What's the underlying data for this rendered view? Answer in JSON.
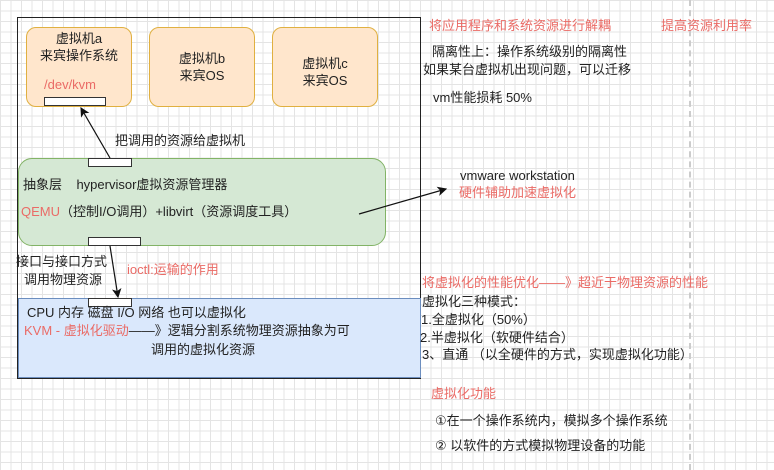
{
  "vms": [
    {
      "name": "虚拟机a",
      "os": "来宾操作系统",
      "device": "/dev/kvm"
    },
    {
      "name": "虚拟机b",
      "os": "来宾OS"
    },
    {
      "name": "虚拟机c",
      "os": "来宾OS"
    }
  ],
  "arrow_label_top": "把调用的资源给虚拟机",
  "hypervisor": {
    "title": "抽象层    hypervisor虚拟资源管理器",
    "qemu": "QEMU",
    "qemu_rest": "（控制I/O调用）+libvirt（资源调度工具）"
  },
  "interface": {
    "line1": "接口与接口方式",
    "line2": "调用物理资源",
    "ioctl": "ioctl:运输的作用"
  },
  "kvm": {
    "line1": "CPU 内存 磁盘 I/O 网络 也可以虚拟化",
    "label": "KVM - 虚拟化驱动",
    "rest": "——》逻辑分割系统物理资源抽象为可",
    "line3": "调用的虚拟化资源"
  },
  "right": {
    "decouple": "将应用程序和系统资源进行解耦",
    "utilization": "提高资源利用率",
    "isolation": "隔离性上：操作系统级别的隔离性",
    "migrate": "如果某台虚拟机出现问题，可以迁移",
    "loss": "vm性能损耗 50%",
    "vmware": "vmware workstation",
    "hw_accel": "硬件辅助加速虚拟化",
    "optimize": "将虚拟化的性能优化——》超近于物理资源的性能",
    "modes_title": "虚拟化三种模式：",
    "mode1": "1.全虚拟化（50%）",
    "mode2": "2.半虚拟化（软硬件结合）",
    "mode3": "3、直通  （以全硬件的方式，实现虚拟化功能）",
    "func_title": "虚拟化功能",
    "func1": "①在一个操作系统内，模拟多个操作系统",
    "func2": "② 以软件的方式模拟物理设备的功能"
  }
}
